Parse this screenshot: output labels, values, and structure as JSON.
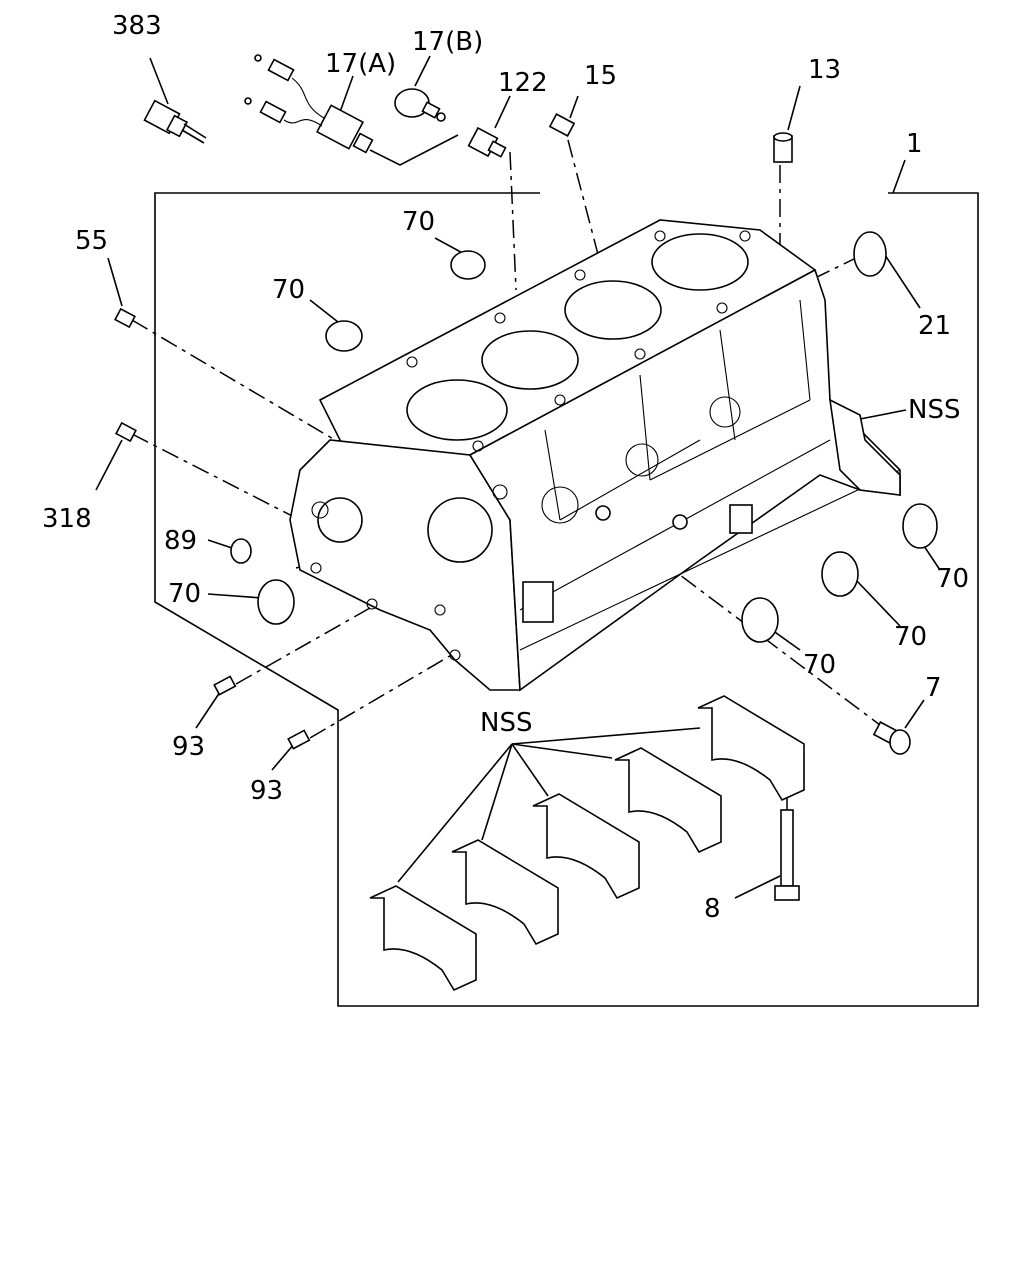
{
  "labels": {
    "p383": "383",
    "p17a": "17(A)",
    "p17b": "17(B)",
    "p122": "122",
    "p15": "15",
    "p13": "13",
    "p1": "1",
    "p70a": "70",
    "p70b": "70",
    "p21": "21",
    "p55": "55",
    "pNSS1": "NSS",
    "p318": "318",
    "p89": "89",
    "p70c": "70",
    "p70d": "70",
    "p70e": "70",
    "p70f": "70",
    "p7": "7",
    "p93a": "93",
    "p93b": "93",
    "pNSS2": "NSS",
    "p8": "8"
  }
}
